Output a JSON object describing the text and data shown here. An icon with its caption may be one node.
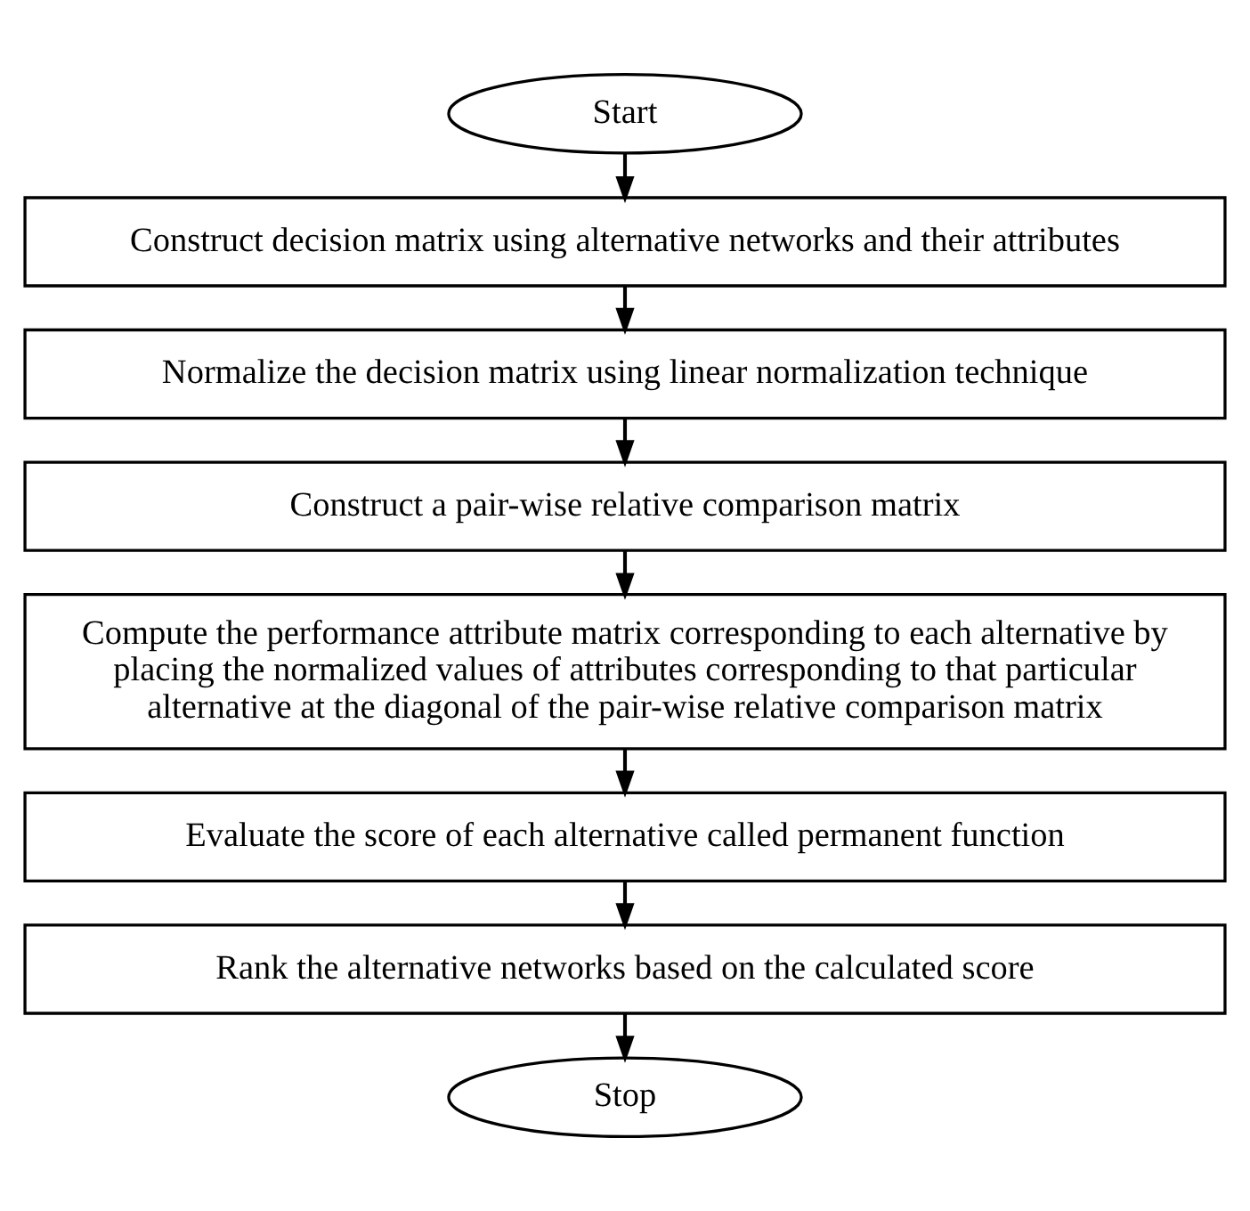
{
  "diagram": {
    "nodes": [
      {
        "text": [
          "Start"
        ]
      },
      {
        "text": [
          "Construct decision matrix using alternative networks and their attributes"
        ]
      },
      {
        "text": [
          "Normalize the decision matrix using linear normalization technique"
        ]
      },
      {
        "text": [
          "Construct a pair-wise relative comparison matrix"
        ]
      },
      {
        "text": [
          "Compute the performance attribute matrix corresponding to each alternative by placing the normalized values of attributes corresponding to that particular alternative at the diagonal of the pair-wise relative comparison matrix"
        ]
      },
      {
        "text": [
          "Evaluate the score of each alternative called permanent function"
        ]
      },
      {
        "text": [
          "Rank the alternative networks based on the calculated score"
        ]
      },
      {
        "text": [
          "Stop"
        ]
      }
    ],
    "edges": [
      {
        "from": 0,
        "to": 1,
        "arrow": "to"
      },
      {
        "from": 1,
        "to": 2,
        "arrow": "to"
      },
      {
        "from": 2,
        "to": 3,
        "arrow": "to"
      },
      {
        "from": 3,
        "to": 4,
        "arrow": "to"
      },
      {
        "from": 4,
        "to": 5,
        "arrow": "to"
      },
      {
        "from": 5,
        "to": 6,
        "arrow": "to"
      },
      {
        "from": 6,
        "to": 7,
        "arrow": "to"
      }
    ]
  }
}
